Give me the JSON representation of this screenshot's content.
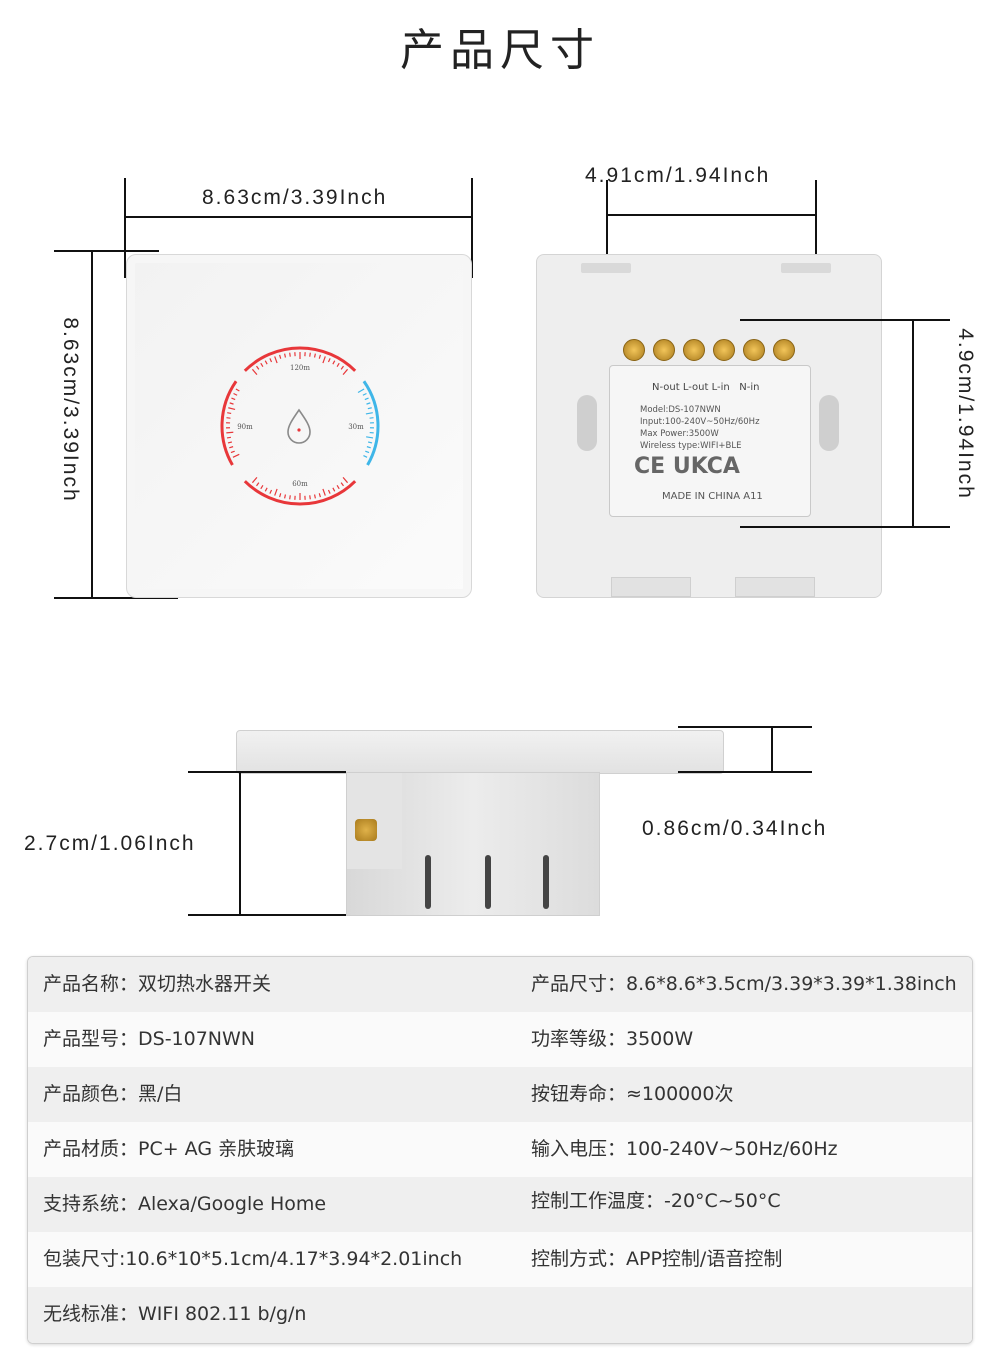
{
  "title": "产品尺寸",
  "dimensions": {
    "front_width": "8.63cm/3.39Inch",
    "front_height": "8.63cm/3.39Inch",
    "back_module_width": "4.91cm/1.94Inch",
    "back_module_height": "4.9cm/1.94Inch",
    "side_depth": "2.7cm/1.06Inch",
    "side_panel_thickness": "0.86cm/0.34Inch"
  },
  "dial": {
    "top": "120m",
    "left": "90m",
    "right": "30m",
    "bottom": "60m",
    "color_hot": "#e8373a",
    "color_cold": "#3fb6e8"
  },
  "back_label": {
    "terminals": "N-out L-out L-in   N-in",
    "model": "Model:DS-107NWN",
    "input": "Input:100-240V~50Hz/60Hz",
    "power": "Max Power:3500W",
    "wireless": "Wireless type:WIFI+BLE",
    "marks": "CE UKCA",
    "made_in": "MADE IN CHINA A11"
  },
  "specs": [
    {
      "left": "产品名称：双切热水器开关",
      "right": "产品尺寸：8.6*8.6*3.5cm/3.39*3.39*1.38inch"
    },
    {
      "left": "产品型号：DS-107NWN",
      "right": "功率等级：3500W"
    },
    {
      "left": "产品颜色：黑/白",
      "right": "按钮寿命：≈100000次"
    },
    {
      "left": "产品材质：PC+ AG 亲肤玻璃",
      "right": "输入电压：100-240V~50Hz/60Hz"
    },
    {
      "left": "支持系统：Alexa/Google Home",
      "right": "控制工作温度：-20°C~50°C"
    },
    {
      "left": "包装尺寸:10.6*10*5.1cm/4.17*3.94*2.01inch",
      "right": "控制方式：APP控制/语音控制"
    },
    {
      "left": "无线标准：WIFI 802.11 b/g/n",
      "right": ""
    }
  ]
}
